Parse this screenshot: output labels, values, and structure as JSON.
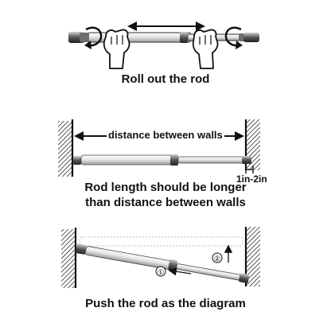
{
  "steps": [
    {
      "caption": "Roll out the rod"
    },
    {
      "distance_label": "distance between walls",
      "gap_label": "1in-2in",
      "caption_line1": "Rod length should be longer",
      "caption_line2": "than distance between walls"
    },
    {
      "marker_1": "①",
      "marker_2": "②",
      "caption": "Push the rod as the diagram"
    }
  ],
  "colors": {
    "ink": "#111111",
    "rod_light": "#f4f4f4",
    "rod_shade": "#9a9a9a",
    "dashed": "#bdbdbd"
  },
  "icons": [
    "left-hand-icon",
    "right-hand-icon",
    "rotate-arrow-icon",
    "wall-icon",
    "tension-rod-icon"
  ]
}
